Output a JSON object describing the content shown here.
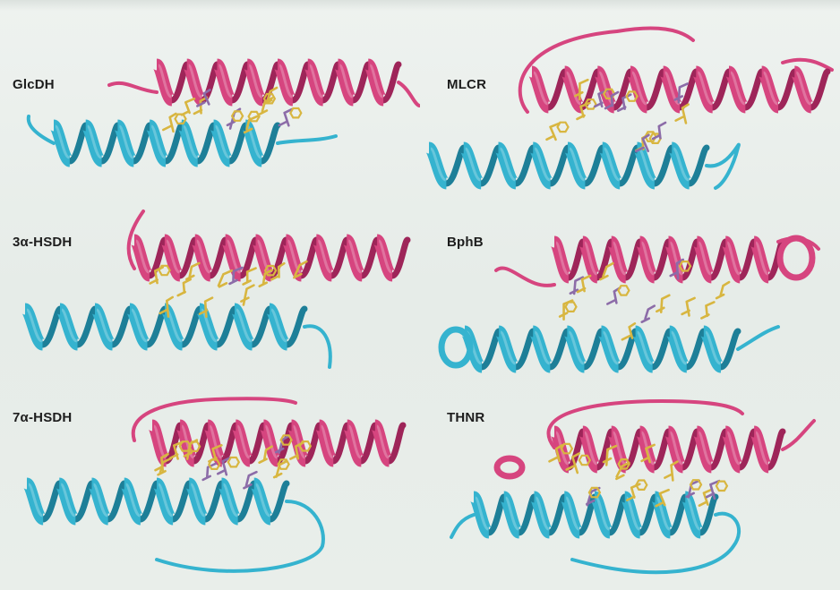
{
  "panels": [
    {
      "label": "GlcDH"
    },
    {
      "label": "MLCR"
    },
    {
      "label": "3α-HSDH"
    },
    {
      "label": "BphB"
    },
    {
      "label": "7α-HSDH"
    },
    {
      "label": "THNR"
    }
  ],
  "colors": {
    "upper_helix": "#d6457f",
    "upper_helix_dark": "#9e2559",
    "lower_helix": "#35b3cf",
    "lower_helix_dark": "#1d7f98",
    "side_chain": "#d8b640",
    "side_chain_accent": "#8c6ca8",
    "background": "#e9eeea"
  }
}
